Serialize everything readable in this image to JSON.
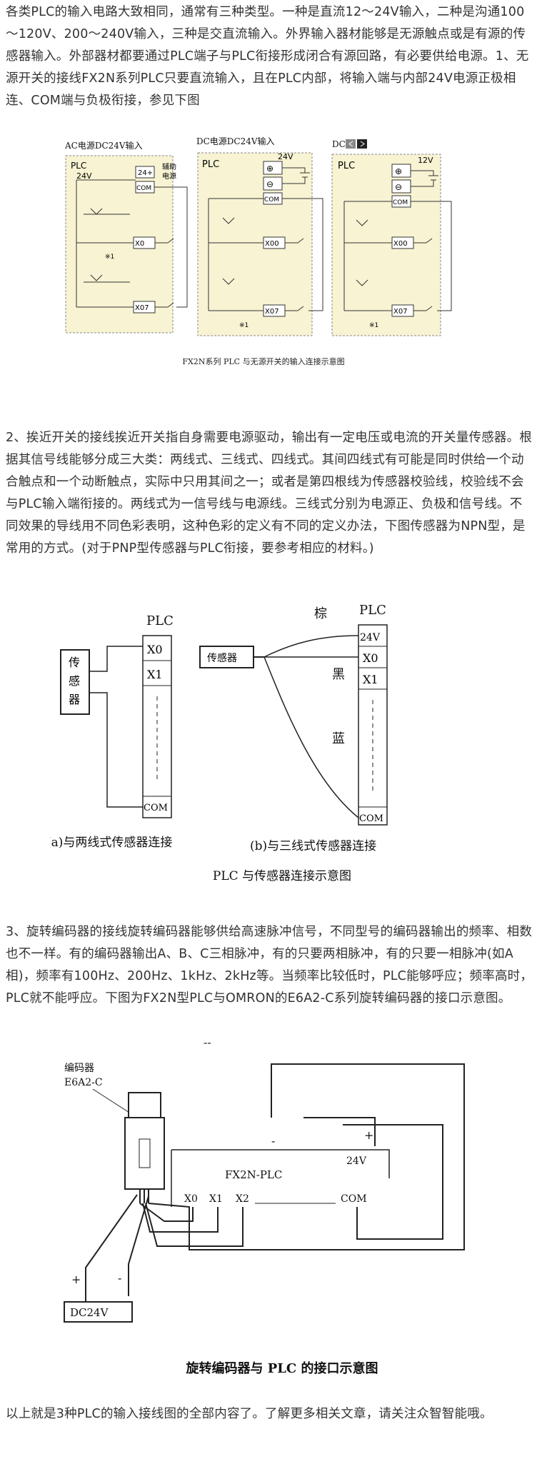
{
  "paragraphs": {
    "p1": "各类PLC的输入电路大致相同，通常有三种类型。一种是直流12～24V输入，二种是沟通100～120V、200～240V输入，三种是交直流输入。外界输入器材能够是无源触点或是有源的传感器输入。外部器材都要通过PLC端子与PLC衔接形成闭合有源回路，有必要供给电源。1、无源开关的接线FX2N系列PLC只要直流输入，且在PLC内部，将输入端与内部24V电源正极相连、COM端与负极衔接，参见下图",
    "p2": "2、挨近开关的接线挨近开关指自身需要电源驱动，输出有一定电压或电流的开关量传感器。根据其信号线能够分成三大类：两线式、三线式、四线式。其间四线式有可能是同时供给一个动合触点和一个动断触点，实际中只用其间之一；或者是第四根线为传感器校验线，校验线不会与PLC输入端衔接的。两线式为一信号线与电源线。三线式分别为电源正、负极和信号线。不同效果的导线用不同色彩表明，这种色彩的定义有不同的定义办法，下图传感器为NPN型，是常用的方式。(对于PNP型传感器与PLC衔接，要参考相应的材料。)",
    "p3": "3、旋转编码器的接线旋转编码器能够供给高速脉冲信号，不同型号的编码器输出的频率、相数也不一样。有的编码器输出A、B、C三相脉冲，有的只要两相脉冲，有的只要一相脉冲(如A相)，频率有100Hz、200Hz、1kHz、2kHz等。当频率比较低时，PLC能够呼应；频率高时，PLC就不能呼应。下图为FX2N型PLC与OMRON的E6A2-C系列旋转编码器的接口示意图。",
    "p4": "以上就是3种PLC的输入接线图的全部内容了。了解更多相关文章，请关注众智智能哦。"
  },
  "figure1": {
    "panel_a": {
      "title": "AC电源DC24V输入",
      "plc": "PLC",
      "v24": "24V",
      "term24": "24+",
      "aux1": "辅助",
      "aux2": "电源",
      "com": "COM",
      "x0": "X0",
      "x7": "X07",
      "note": "※1"
    },
    "panel_b": {
      "title": "DC电源DC24V输入",
      "plc": "PLC",
      "supply": "24V",
      "plus": "⊕",
      "minus": "⊖",
      "com": "COM",
      "x0": "X00",
      "x7": "X07",
      "note": "※1"
    },
    "panel_c": {
      "title": "DC",
      "plc": "PLC",
      "supply": "12V",
      "plus": "⊕",
      "minus": "⊖",
      "com": "COM",
      "x0": "X00",
      "x7": "X07",
      "note": "※1"
    },
    "caption": "FX2N系列 PLC 与无源开关的输入连接示意图"
  },
  "figure2": {
    "plc_left": "PLC",
    "plc_right": "PLC",
    "sensor_vertical": [
      "传",
      "感",
      "器"
    ],
    "sensor_box": "传感器",
    "x0": "X0",
    "x1": "X1",
    "com": "COM",
    "v24": "24V",
    "wire_brown": "棕",
    "wire_black": "黑",
    "wire_blue": "蓝",
    "label_a": "(a)与两线式传感器连接",
    "label_b": "(b)与三线式传感器连接",
    "caption": "PLC 与传感器连接示意图"
  },
  "figure3": {
    "encoder1": "编码器",
    "encoder2": "E6A2-C",
    "plc_model": "FX2N-PLC",
    "v24": "24V",
    "x0": "X0",
    "x1": "X1",
    "x2": "X2",
    "com": "COM",
    "plus": "+",
    "minus": "-",
    "dc": "DC24V",
    "top_mark": "--",
    "caption": "旋转编码器与 PLC 的接口示意图"
  }
}
